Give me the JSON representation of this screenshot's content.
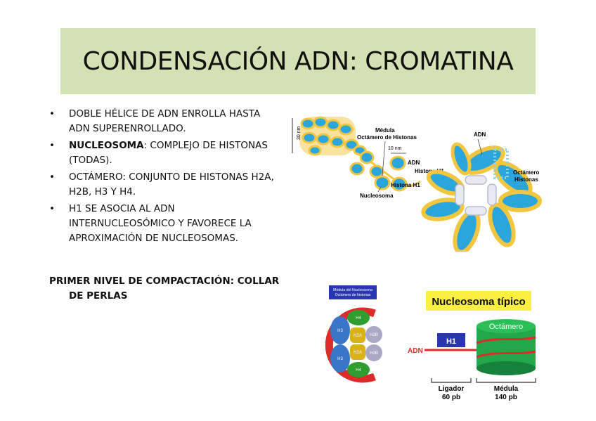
{
  "slide": {
    "title": "CONDENSACIÓN ADN: CROMATINA",
    "bullets": [
      {
        "bold": "",
        "text": "DOBLE HÉLICE DE ADN ENROLLA HASTA ADN SUPERENROLLADO."
      },
      {
        "bold": "NUCLEOSOMA",
        "text": ": COMPLEJO DE HISTONAS (TODAS)."
      },
      {
        "bold": "",
        "text": "OCTÁMERO: CONJUNTO DE HISTONAS H2A, H2B, H3 Y H4."
      },
      {
        "bold": "",
        "text": "H1 SE ASOCIA AL ADN INTERNUCLEOSÓMICO Y FAVORECE LA APROXIMACIÓN DE NUCLEOSOMAS."
      }
    ],
    "subheading_line1": "PRIMER NIVEL DE COMPACTACIÓN: COLLAR",
    "subheading_line2": "DE PERLAS"
  },
  "figure_top": {
    "scale_30nm": "30 nm",
    "scale_10nm": "10 nm",
    "label_medula": "Médula",
    "label_octamero_histonas": "Octámero de Histonas",
    "label_adn_small": "ADN",
    "label_histona_h1_a": "Histona H1",
    "label_histona_h1_b": "Histona H1",
    "label_nucleosoma": "Nucleosoma",
    "label_adn_big": "ADN",
    "label_octamero": "Octámero",
    "label_histonas": "Histonas"
  },
  "figure_bottom_left": {
    "header_line1": "Médula del Nucleosoma",
    "header_line2": "Octámero de histonas",
    "h3_top": "H3",
    "h4_top": "H4",
    "h2a_top": "H2A",
    "h2b_top": "H2B",
    "h3_bot": "H3",
    "h2a_bot": "H2A",
    "h2b_bot": "H2B",
    "h4_bot": "H4"
  },
  "figure_bottom_right": {
    "title": "Nucleosoma típico",
    "h1": "H1",
    "adn": "ADN",
    "octamero": "Octámero",
    "ligador": "Ligador",
    "ligador_pb": "60 pb",
    "medula": "Médula",
    "medula_pb": "140 pb"
  },
  "colors": {
    "title_bg": "#d3e1b4",
    "dna_blue": "#2aa6dc",
    "dna_yellow": "#f3c640",
    "histone_green": "#2e9e2e",
    "histone_blue": "#3a76c8",
    "histone_yellow": "#d9b21a",
    "histone_gray": "#a9a9c6",
    "adn_red": "#dd2a2a",
    "label_yellow": "#fbef43"
  }
}
